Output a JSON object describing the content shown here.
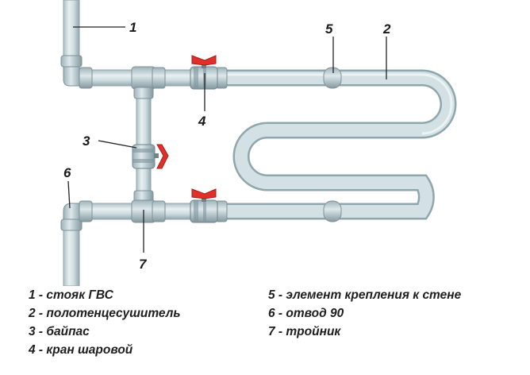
{
  "diagram": {
    "labels": {
      "n1": "1",
      "n2": "2",
      "n3": "3",
      "n4": "4",
      "n5": "5",
      "n6": "6",
      "n7": "7"
    },
    "colors": {
      "pipe": "#c9d9de",
      "pipe_edge": "#8fa6ad",
      "valve_handle": "#e0302b",
      "leader_line": "#222222"
    }
  },
  "legend": {
    "left": [
      "1 - стояк ГВС",
      "2 - полотенцесушитель",
      "3 - байпас",
      "4 - кран шаровой"
    ],
    "right": [
      "5 - элемент крепления к стене",
      "6 - отвод 90",
      "7 - тройник"
    ]
  }
}
